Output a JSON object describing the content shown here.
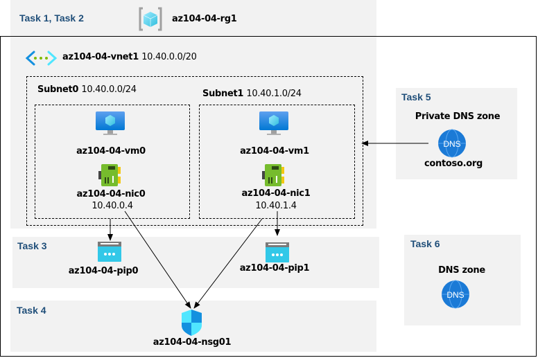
{
  "task12": {
    "label": "Task 1, Task 2",
    "resource_group": "az104-04-rg1"
  },
  "vnet": {
    "name": "az104-04-vnet1",
    "cidr": "10.40.0.0/20"
  },
  "subnets": [
    {
      "name": "Subnet0",
      "cidr": "10.40.0.0/24",
      "vm": "az104-04-vm0",
      "nic": "az104-04-nic0",
      "ip": "10.40.0.4"
    },
    {
      "name": "Subnet1",
      "cidr": "10.40.1.0/24",
      "vm": "az104-04-vm1",
      "nic": "az104-04-nic1",
      "ip": "10.40.1.4"
    }
  ],
  "task3": {
    "label": "Task 3",
    "pips": [
      "az104-04-pip0",
      "az104-04-pip1"
    ]
  },
  "task4": {
    "label": "Task 4",
    "nsg": "az104-04-nsg01"
  },
  "task5": {
    "label": "Task 5",
    "title": "Private DNS zone",
    "zone": "contoso.org",
    "icon_text": "DNS"
  },
  "task6": {
    "label": "Task 6",
    "title": "DNS zone",
    "icon_text": "DNS"
  },
  "colors": {
    "panel": "#f2f2f2",
    "task_text": "#1f4e79",
    "azure_blue": "#0078d4"
  }
}
